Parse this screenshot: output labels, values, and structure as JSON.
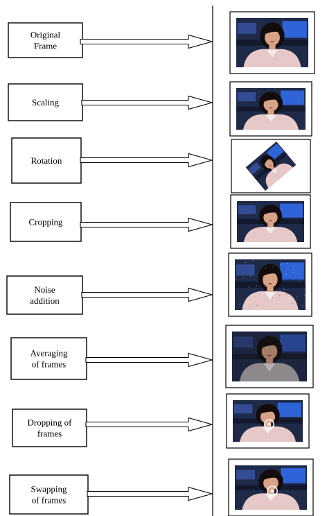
{
  "rows": [
    {
      "label_lines": [
        "Original",
        "Frame"
      ],
      "thumb": "original"
    },
    {
      "label_lines": [
        "Scaling"
      ],
      "thumb": "scaled"
    },
    {
      "label_lines": [
        "Rotation"
      ],
      "thumb": "rotated"
    },
    {
      "label_lines": [
        "Cropping"
      ],
      "thumb": "cropped"
    },
    {
      "label_lines": [
        "Noise",
        "addition"
      ],
      "thumb": "noise"
    },
    {
      "label_lines": [
        "Averaging",
        "of frames"
      ],
      "thumb": "averaged"
    },
    {
      "label_lines": [
        "Dropping of",
        "frames"
      ],
      "thumb": "dropped"
    },
    {
      "label_lines": [
        "Swapping",
        "of frames"
      ],
      "thumb": "swapped"
    }
  ],
  "colors": {
    "studio_bg": "#1e2a48",
    "screen_blue": "#2f63d8",
    "hair": "#120c0c",
    "skin": "#d8a286",
    "jacket": "#e7c8c8"
  }
}
